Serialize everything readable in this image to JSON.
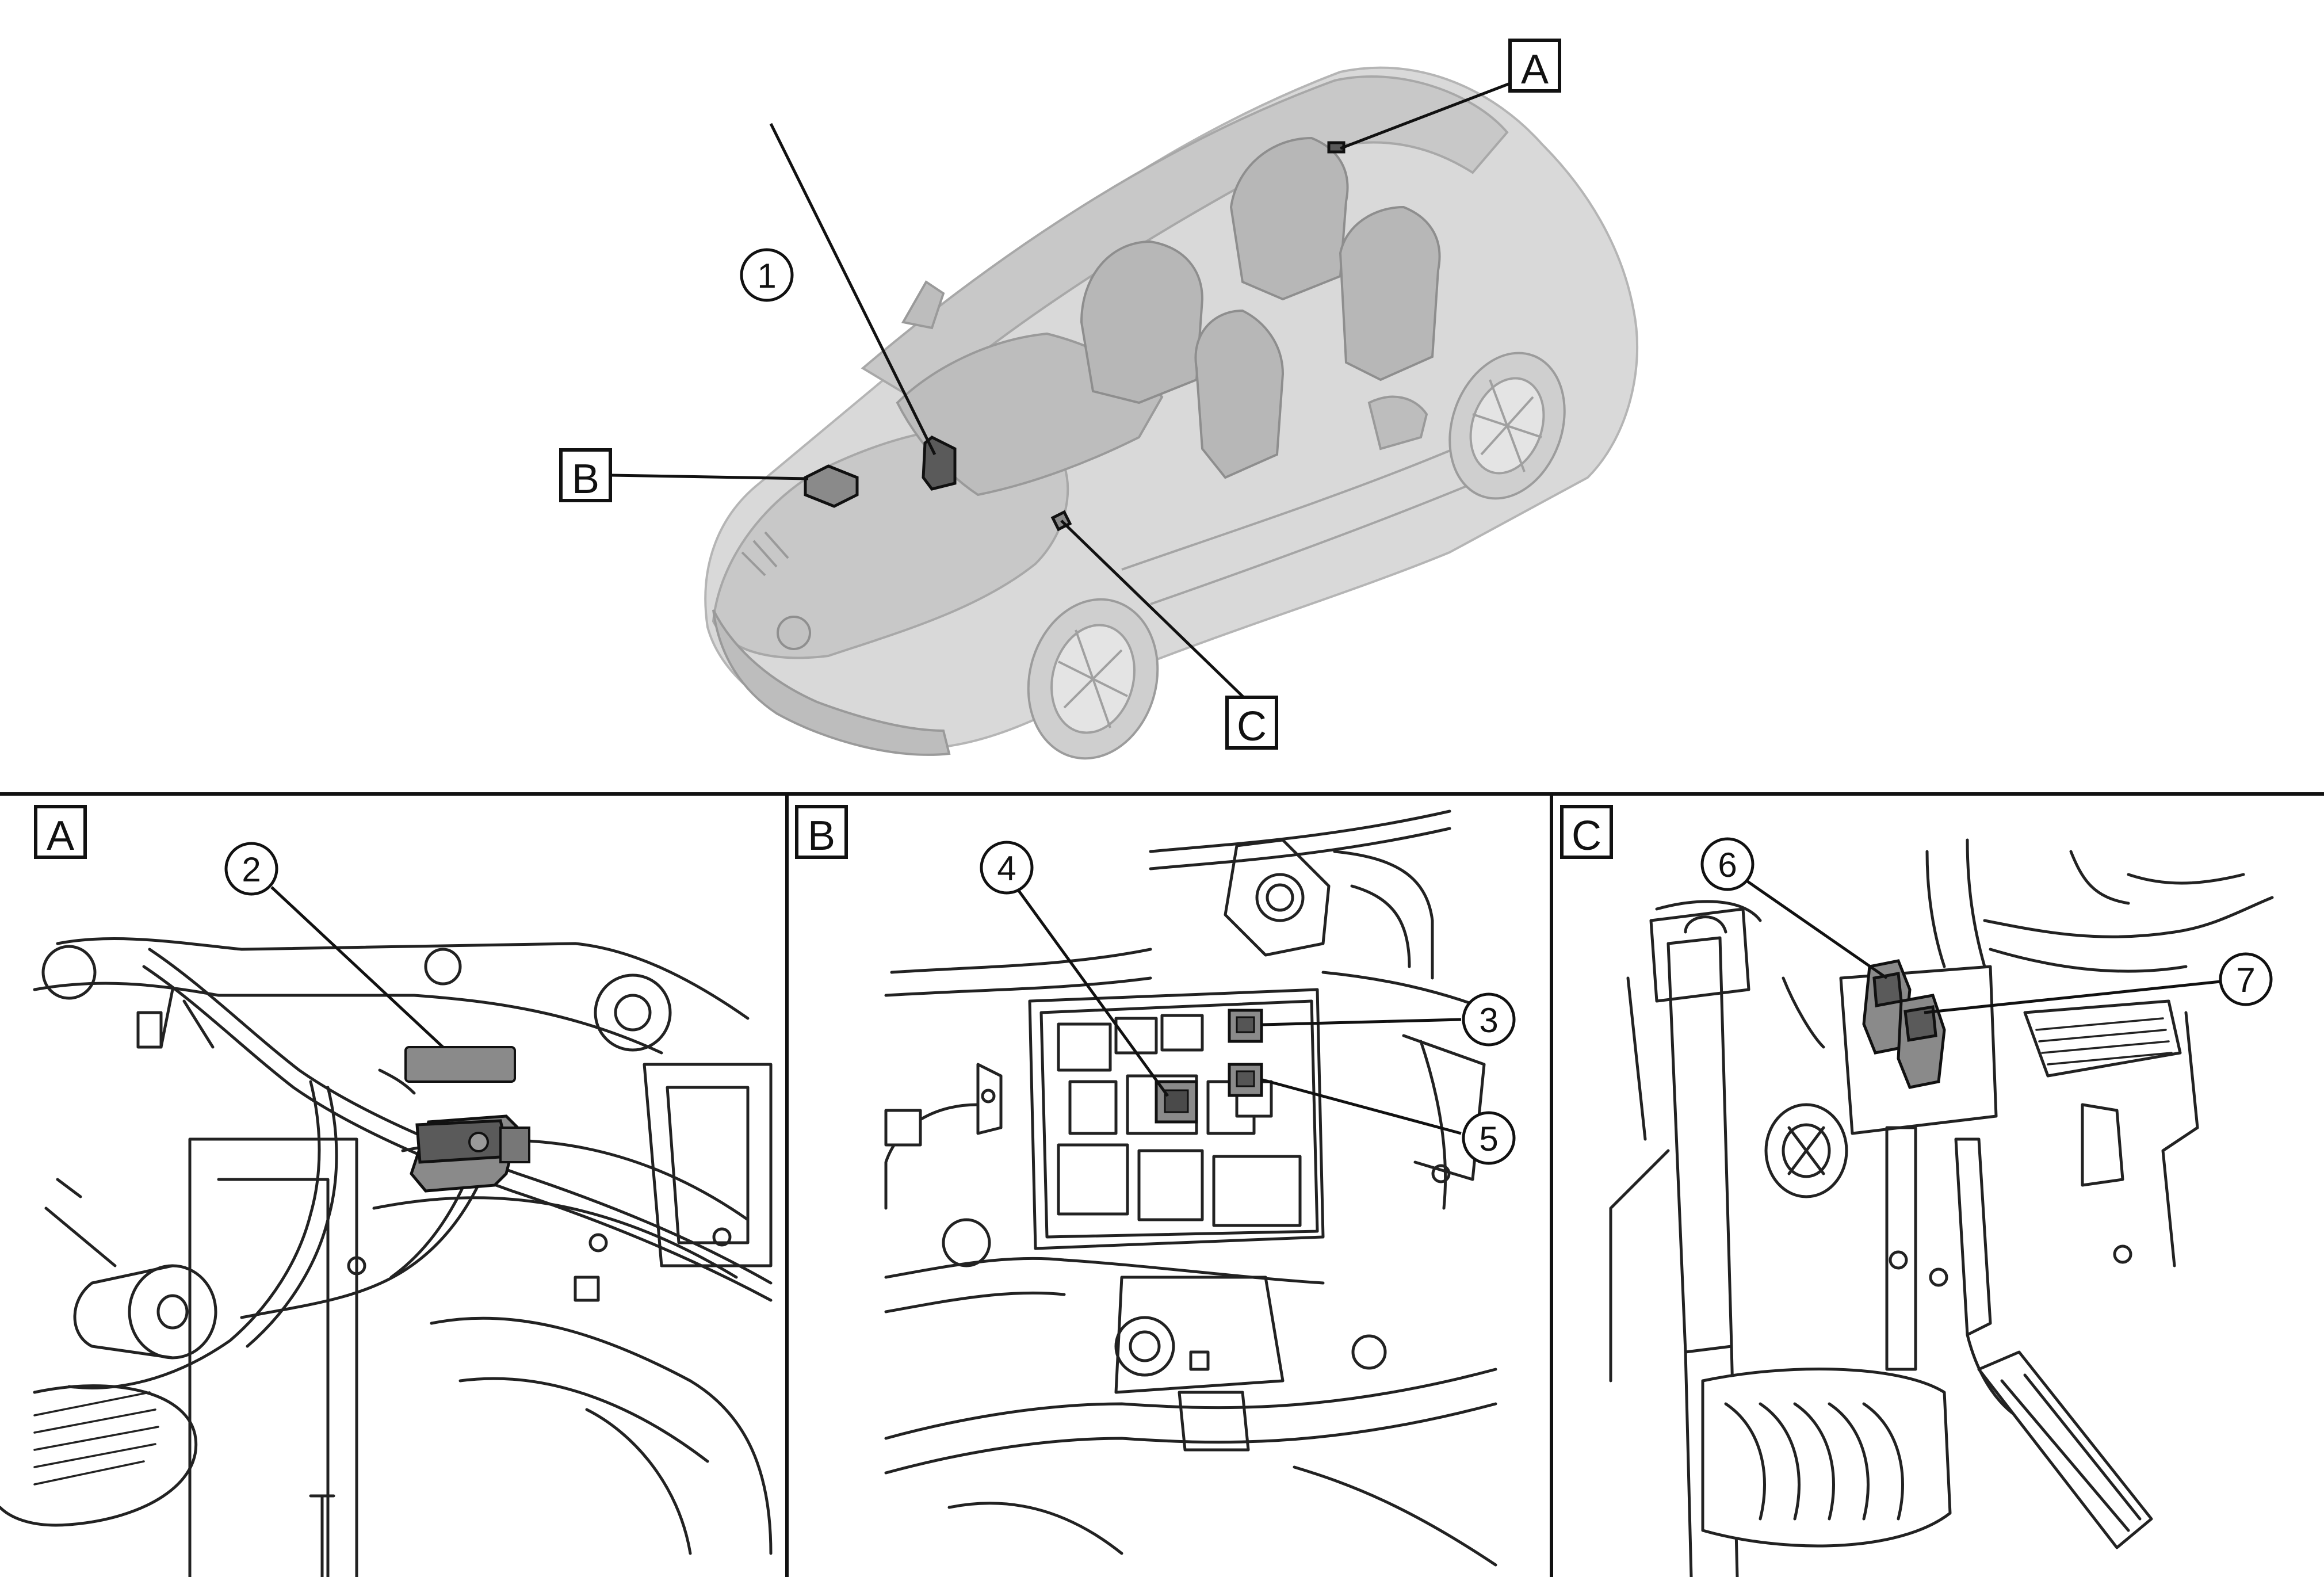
{
  "overview": {
    "view_labels": [
      "A",
      "B",
      "C"
    ]
  },
  "callouts": [
    "1",
    "2",
    "3",
    "4",
    "5",
    "6",
    "7"
  ],
  "details": [
    {
      "label": "A",
      "callouts": [
        "2"
      ]
    },
    {
      "label": "B",
      "callouts": [
        "3",
        "4",
        "5"
      ]
    },
    {
      "label": "C",
      "callouts": [
        "6",
        "7"
      ]
    }
  ]
}
